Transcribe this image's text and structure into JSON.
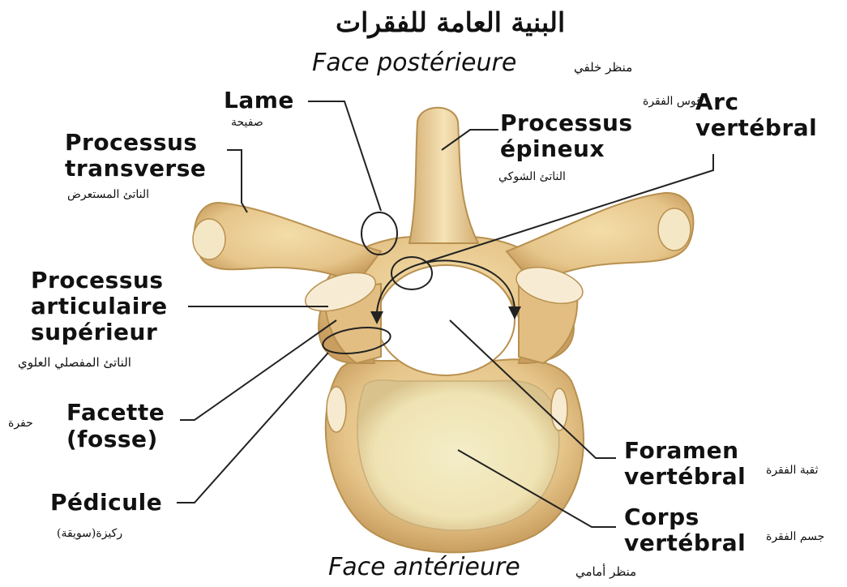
{
  "title_ar": "البنية العامة للفقرات",
  "face_posterior": {
    "label": "Face postérieure",
    "label_ar": "منظر خلفي"
  },
  "face_anterior": {
    "label": "Face antérieure",
    "label_ar": "منظر أمامي"
  },
  "labels": {
    "lame": {
      "fr": "Lame",
      "ar": "صفيحة"
    },
    "processus_transverse": {
      "fr_line1": "Processus",
      "fr_line2": "transverse",
      "ar": "الناتئ المستعرض"
    },
    "processus_epineux": {
      "fr_line1": "Processus",
      "fr_line2": "épineux",
      "ar": "الناتئ الشوكي"
    },
    "arc_vertebral": {
      "fr_line1": "Arc",
      "fr_line2": "vertébral",
      "ar": "قوس الفقرة"
    },
    "processus_articulaire": {
      "fr_line1": "Processus",
      "fr_line2": "articulaire",
      "fr_line3": "supérieur",
      "ar": "الناتئ المفصلي العلوي"
    },
    "facette": {
      "fr_line1": "Facette",
      "fr_line2": "(fosse)",
      "ar": "حفرة"
    },
    "pedicule": {
      "fr": "Pédicule",
      "ar": "ركيزة(سويقة)"
    },
    "foramen": {
      "fr_line1": "Foramen",
      "fr_line2": "vertébral",
      "ar": "ثقبة الفقرة"
    },
    "corps": {
      "fr_line1": "Corps",
      "fr_line2": "vertébral",
      "ar": "جسم الفقرة"
    }
  },
  "colors": {
    "bone": "#E8C98E",
    "bone_dark": "#C9A063",
    "bone_light": "#F6E6C2",
    "body_center": "#F2EBC4",
    "line": "#222222"
  }
}
